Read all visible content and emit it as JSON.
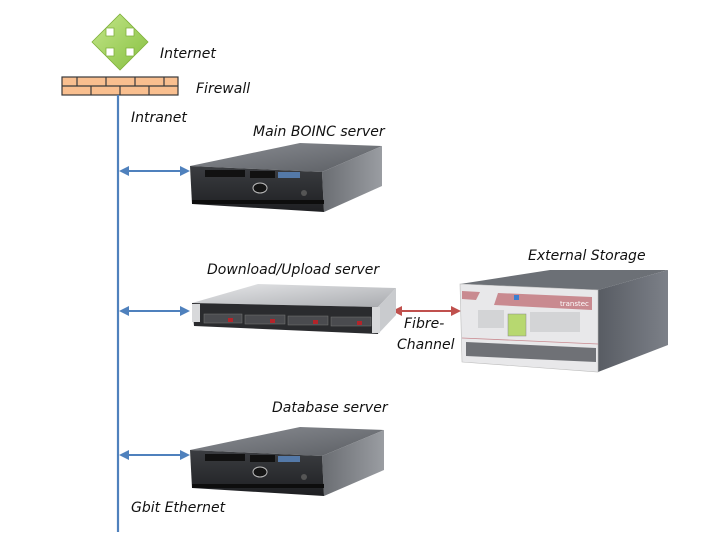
{
  "diagram": {
    "title": "BOINC server infrastructure",
    "colors": {
      "ethernet": "#4f81bd",
      "fibre": "#c0504d",
      "firewall_fill": "#f9bf8f",
      "firewall_stroke": "#3a3a3a",
      "internet_icon": "#92d050"
    },
    "nodes": {
      "internet": {
        "label": "Internet",
        "icon": "move-arrows-icon"
      },
      "firewall": {
        "label": "Firewall",
        "icon": "brick-wall-icon"
      },
      "intranet": {
        "label": "Intranet"
      },
      "main_server": {
        "label": "Main BOINC server",
        "icon": "rack-server-2u-icon"
      },
      "dl_server": {
        "label": "Download/Upload server",
        "icon": "rack-server-1u-icon"
      },
      "storage": {
        "label": "External Storage",
        "icon": "storage-array-icon",
        "brand": "transtec"
      },
      "db_server": {
        "label": "Database server",
        "icon": "rack-server-2u-icon"
      }
    },
    "links": {
      "fibre_label_1": "Fibre-",
      "fibre_label_2": "Channel",
      "ethernet_label": "Gbit Ethernet"
    },
    "edges": [
      {
        "from": "intranet",
        "to": "main_server",
        "type": "ethernet",
        "direction": "both"
      },
      {
        "from": "intranet",
        "to": "dl_server",
        "type": "ethernet",
        "direction": "both"
      },
      {
        "from": "intranet",
        "to": "db_server",
        "type": "ethernet",
        "direction": "both"
      },
      {
        "from": "dl_server",
        "to": "storage",
        "type": "fibre",
        "direction": "both"
      }
    ]
  }
}
